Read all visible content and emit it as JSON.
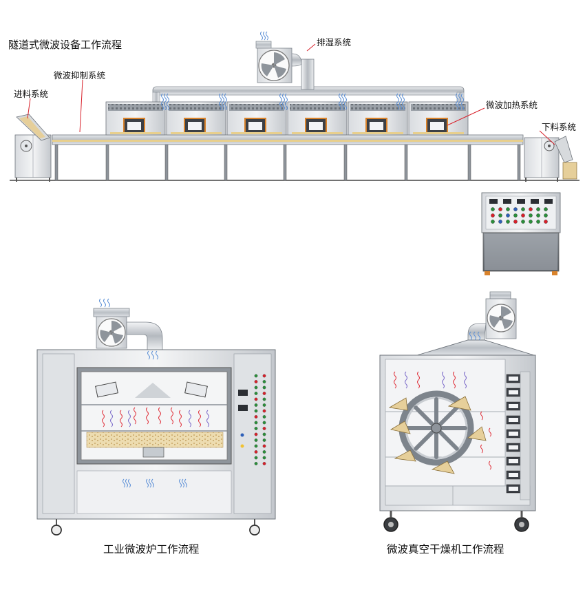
{
  "labels": {
    "title": "隧道式微波设备工作流程",
    "exhaust": "排湿系统",
    "suppression": "微波抑制系统",
    "feed": "进料系统",
    "heating": "微波加热系统",
    "discharge": "下料系统"
  },
  "captions": {
    "oven": "工业微波炉工作流程",
    "vacuum": "微波真空干燥机工作流程"
  },
  "colors": {
    "steel": "#c9cdd2",
    "steel_dark": "#7d848c",
    "leader_line": "#d8202a",
    "microwave_wave": "#e0313b",
    "steam": "#5b8fd6",
    "material": "#e6cf9a"
  }
}
